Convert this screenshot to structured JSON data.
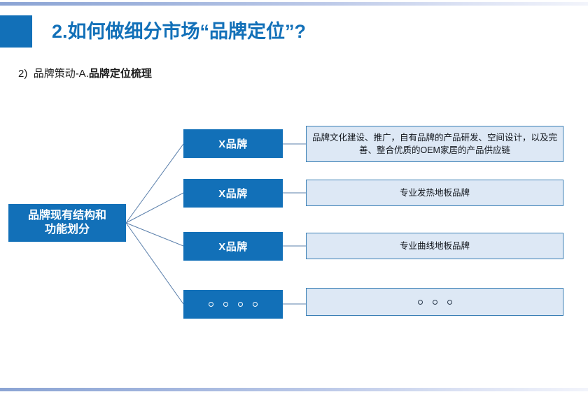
{
  "slide": {
    "title": "2.如何做细分市场“品牌定位”?",
    "subtitle": {
      "number": "2)",
      "plain": "品牌策动-A.",
      "strong": "品牌定位梳理"
    }
  },
  "colors": {
    "brand_blue": "#1270b8",
    "panel_fill": "#dde8f5",
    "panel_border": "#3a7fb5",
    "connector": "#5a7fab",
    "title_text": "#1270b8"
  },
  "diagram": {
    "root": {
      "label_line1": "品牌现有结构和",
      "label_line2": "功能划分"
    },
    "branches": [
      {
        "brand_label": "X品牌",
        "brand_is_dots": false,
        "description": "品牌文化建设、推广，自有品牌的产品研发、空间设计，以及完善、整合优质的OEM家居的产品供应链",
        "description_is_dots": false
      },
      {
        "brand_label": "X品牌",
        "brand_is_dots": false,
        "description": "专业发热地板品牌",
        "description_is_dots": false
      },
      {
        "brand_label": "X品牌",
        "brand_is_dots": false,
        "description": "专业曲线地板品牌",
        "description_is_dots": false
      },
      {
        "brand_label": "",
        "brand_is_dots": true,
        "brand_dot_count": 4,
        "description": "",
        "description_is_dots": true,
        "description_dot_count": 3
      }
    ]
  }
}
